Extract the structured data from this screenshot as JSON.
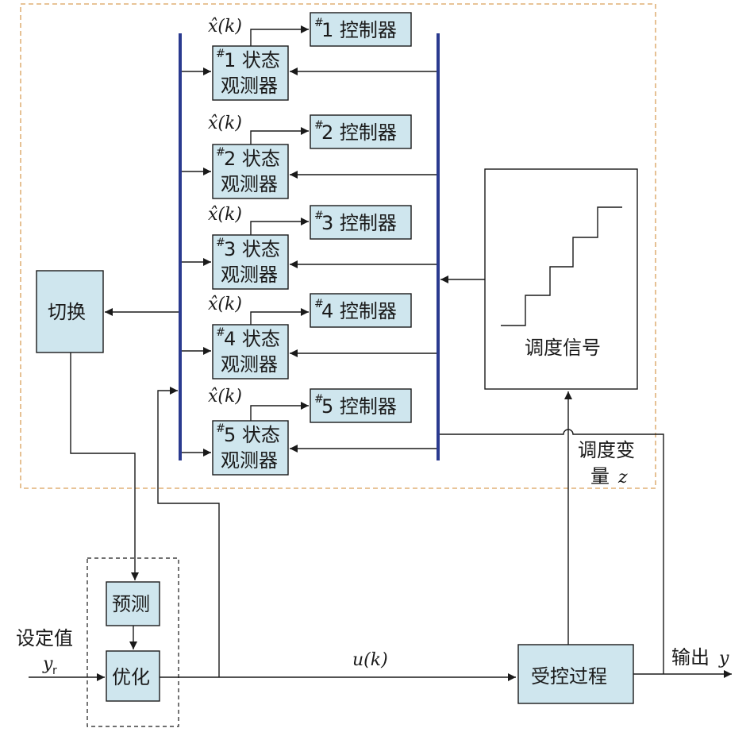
{
  "colors": {
    "box_fill": "#cfe6ee",
    "bus": "#2a3a8f",
    "dashed_outer": "#d9a05b",
    "line": "#1a1a1a"
  },
  "labels": {
    "xhat": "x̂(k)",
    "controllers": [
      "1 控制器",
      "2 控制器",
      "3 控制器",
      "4 控制器",
      "5 控制器"
    ],
    "observers_line1": [
      "1 状态",
      "2 状态",
      "3 状态",
      "4 状态",
      "5 状态"
    ],
    "observer_line2": "观测器",
    "hash": "#",
    "switch": "切换",
    "schedule_signal": "调度信号",
    "schedule_var_line1": "调度变",
    "schedule_var_line2": "量",
    "schedule_var_symbol": "z",
    "predict": "预测",
    "optimize": "优化",
    "setpoint": "设定值",
    "setpoint_symbol": "y",
    "setpoint_sub": "r",
    "control_signal": "u(k)",
    "process": "受控过程",
    "output": "输出",
    "output_symbol": "y"
  }
}
